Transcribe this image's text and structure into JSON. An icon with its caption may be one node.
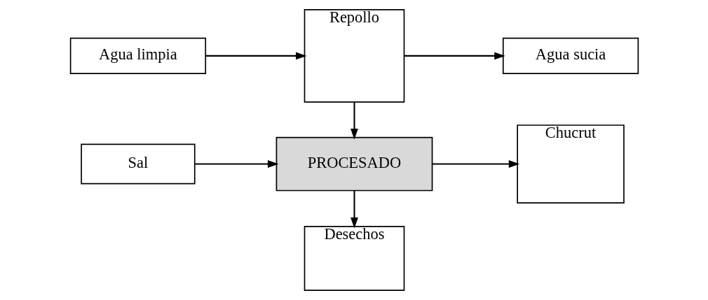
{
  "diagram": {
    "nodes": [
      {
        "text": [
          "Agua limpia"
        ]
      },
      {
        "text": [
          "Repollo"
        ]
      },
      {
        "text": [
          "Agua sucia"
        ]
      },
      {
        "text": [
          "Sal"
        ]
      },
      {
        "text": [
          "PROCESADO"
        ]
      },
      {
        "text": [
          "Chucrut"
        ]
      },
      {
        "text": [
          "Desechos"
        ]
      }
    ],
    "edges": [
      {
        "from": 0,
        "to": 1,
        "arrow": "to"
      },
      {
        "from": 1,
        "to": 2,
        "arrow": "to"
      },
      {
        "from": 1,
        "to": 4,
        "arrow": "to"
      },
      {
        "from": 3,
        "to": 4,
        "arrow": "to"
      },
      {
        "from": 4,
        "to": 5,
        "arrow": "to"
      },
      {
        "from": 4,
        "to": 6,
        "arrow": "to"
      }
    ]
  }
}
